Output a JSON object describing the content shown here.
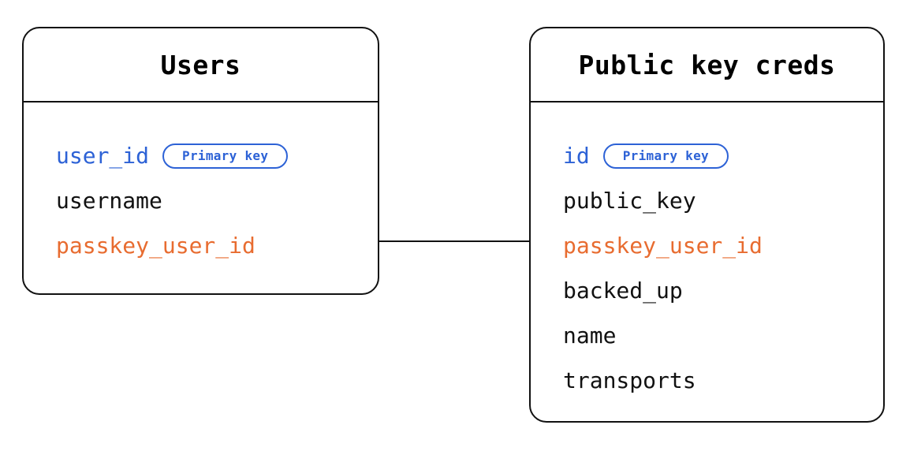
{
  "diagram": {
    "type": "entity-relationship-diagram",
    "background_color": "#ffffff",
    "colors": {
      "border": "#111111",
      "text_default": "#111111",
      "primary_key": "#2d62d6",
      "foreign_key": "#e86c30",
      "badge_border": "#2d62d6",
      "badge_text": "#2d62d6"
    },
    "badge_label": "Primary key",
    "entities": [
      {
        "id": "users",
        "title": "Users",
        "fields": [
          {
            "name": "user_id",
            "color": "blue",
            "badge": "Primary key"
          },
          {
            "name": "username",
            "color": "default",
            "badge": null
          },
          {
            "name": "passkey_user_id",
            "color": "orange",
            "badge": null
          }
        ]
      },
      {
        "id": "public_key_creds",
        "title": "Public key creds",
        "fields": [
          {
            "name": "id",
            "color": "blue",
            "badge": "Primary key"
          },
          {
            "name": "public_key",
            "color": "default",
            "badge": null
          },
          {
            "name": "passkey_user_id",
            "color": "orange",
            "badge": null
          },
          {
            "name": "backed_up",
            "color": "default",
            "badge": null
          },
          {
            "name": "name",
            "color": "default",
            "badge": null
          },
          {
            "name": "transports",
            "color": "default",
            "badge": null
          }
        ]
      }
    ],
    "relationships": [
      {
        "from_entity": "users",
        "from_field": "passkey_user_id",
        "to_entity": "public_key_creds",
        "to_field": "passkey_user_id",
        "style": "straight-line"
      }
    ]
  }
}
